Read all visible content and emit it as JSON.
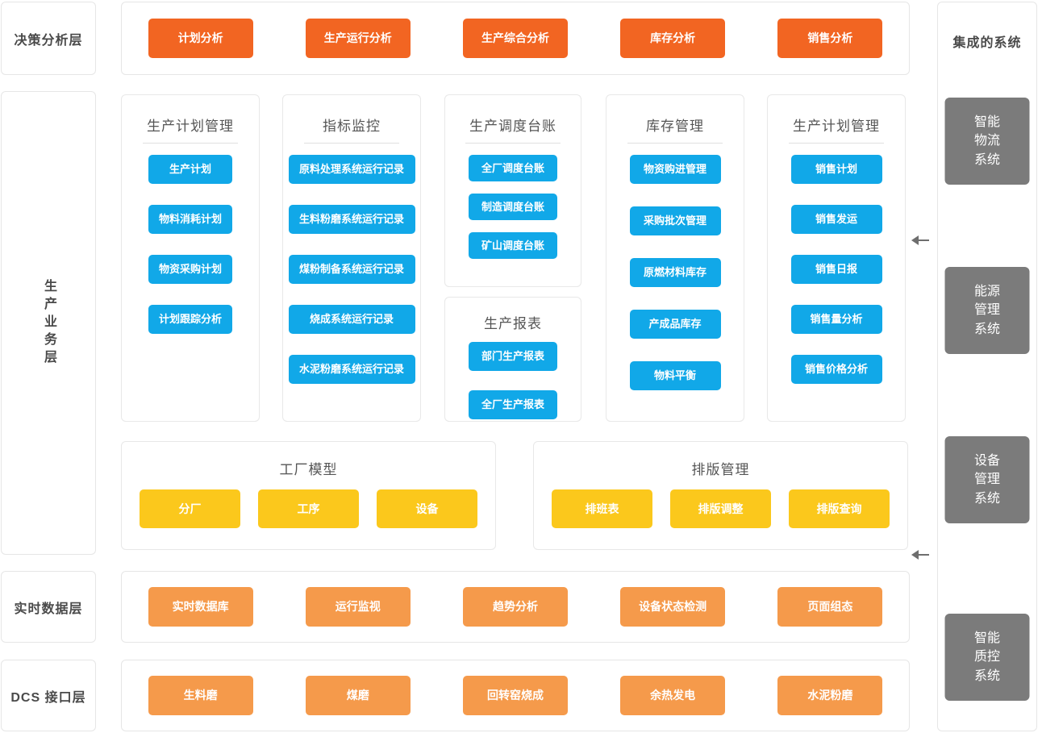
{
  "layers": {
    "decision": {
      "label": "决策分析层"
    },
    "business": {
      "label": "生产业务层"
    },
    "realtime": {
      "label": "实时数据层"
    },
    "dcs": {
      "label": "DCS 接口层"
    }
  },
  "decision_items": [
    {
      "label": "计划分析"
    },
    {
      "label": "生产运行分析"
    },
    {
      "label": "生产综合分析"
    },
    {
      "label": "库存分析"
    },
    {
      "label": "销售分析"
    }
  ],
  "module_cards": [
    {
      "title": "生产计划管理",
      "has_divider": true,
      "items": [
        "生产计划",
        "物料消耗计划",
        "物资采购计划",
        "计划跟踪分析"
      ]
    },
    {
      "title": "指标监控",
      "has_divider": true,
      "items": [
        "原料处理系统运行记录",
        "生料粉磨系统运行记录",
        "煤粉制备系统运行记录",
        "烧成系统运行记录",
        "水泥粉磨系统运行记录"
      ]
    },
    {
      "title": "生产调度台账",
      "has_divider": true,
      "items": [
        "全厂调度台账",
        "制造调度台账",
        "矿山调度台账"
      ]
    },
    {
      "title": "生产报表",
      "has_divider": false,
      "items": [
        "部门生产报表",
        "全厂生产报表"
      ]
    },
    {
      "title": "库存管理",
      "has_divider": true,
      "items": [
        "物资购进管理",
        "采购批次管理",
        "原燃材料库存",
        "产成品库存",
        "物料平衡"
      ]
    },
    {
      "title": "生产计划管理",
      "has_divider": true,
      "items": [
        "销售计划",
        "销售发运",
        "销售日报",
        "销售量分析",
        "销售价格分析"
      ]
    }
  ],
  "group_boxes": [
    {
      "title": "工厂模型",
      "items": [
        "分厂",
        "工序",
        "设备"
      ]
    },
    {
      "title": "排版管理",
      "items": [
        "排班表",
        "排版调整",
        "排版查询"
      ]
    }
  ],
  "realtime_items": [
    {
      "label": "实时数据库"
    },
    {
      "label": "运行监视"
    },
    {
      "label": "趋势分析"
    },
    {
      "label": "设备状态检测"
    },
    {
      "label": "页面组态"
    }
  ],
  "dcs_items": [
    {
      "label": "生料磨"
    },
    {
      "label": "煤磨"
    },
    {
      "label": "回转窑烧成"
    },
    {
      "label": "余热发电"
    },
    {
      "label": "水泥粉磨"
    }
  ],
  "integrated": {
    "title": "集成的系统",
    "systems": [
      {
        "label": "智能\n物流\n系统"
      },
      {
        "label": "能源\n管理\n系统"
      },
      {
        "label": "设备\n管理\n系统"
      },
      {
        "label": "智能\n质控\n系统"
      }
    ]
  },
  "colors": {
    "decision": "#f26522",
    "module": "#11a8e8",
    "model": "#fbc81c",
    "realtime": "#f59a4b",
    "system": "#7b7b7b",
    "panel_border": "#e6e6e6",
    "text_dark": "#4a4a4a"
  }
}
